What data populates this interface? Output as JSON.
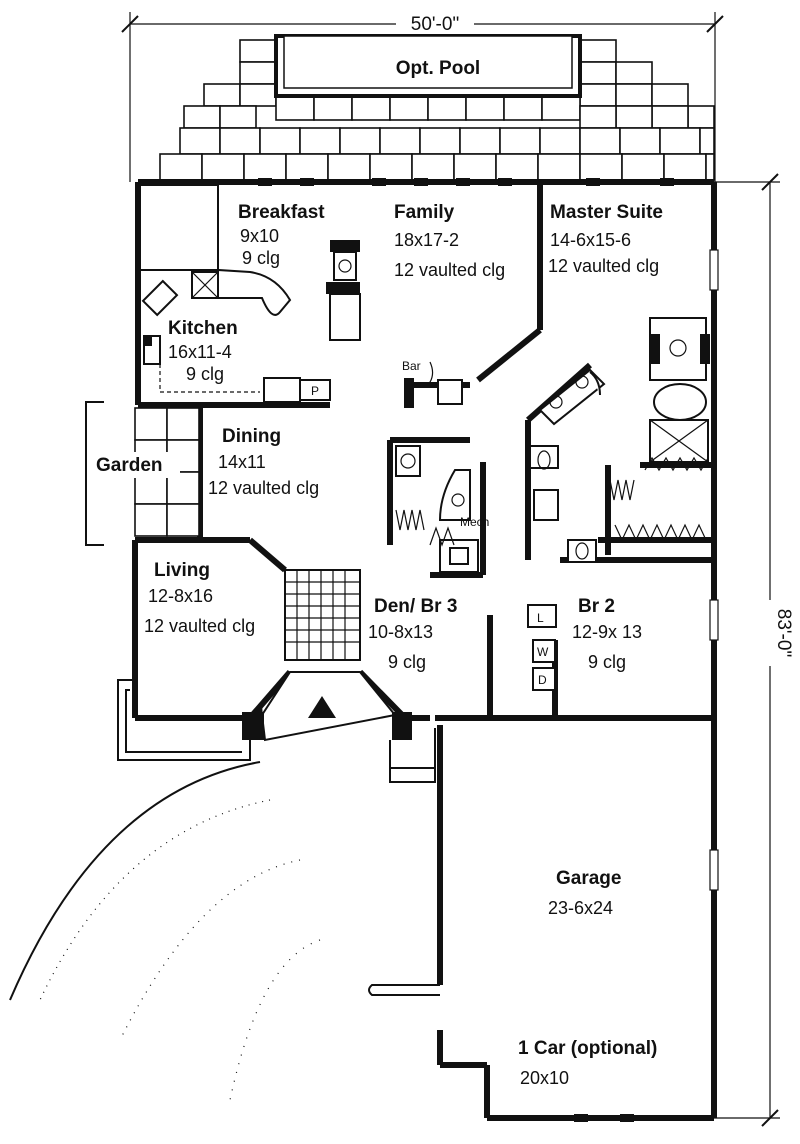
{
  "dimensions": {
    "width": "50'-0\"",
    "depth": "83'-0\""
  },
  "rooms": {
    "pool": {
      "name": "Opt. Pool"
    },
    "breakfast": {
      "name": "Breakfast",
      "size": "9x10",
      "ceiling": "9 clg"
    },
    "family": {
      "name": "Family",
      "size": "18x17-2",
      "ceiling": "12 vaulted clg"
    },
    "master": {
      "name": "Master Suite",
      "size": "14-6x15-6",
      "ceiling": "12 vaulted clg"
    },
    "kitchen": {
      "name": "Kitchen",
      "size": "16x11-4",
      "ceiling": "9 clg"
    },
    "dining": {
      "name": "Dining",
      "size": "14x11",
      "ceiling": "12 vaulted clg"
    },
    "garden": {
      "name": "Garden"
    },
    "living": {
      "name": "Living",
      "size": "12-8x16",
      "ceiling": "12 vaulted clg"
    },
    "den": {
      "name": "Den/ Br 3",
      "size": "10-8x13",
      "ceiling": "9 clg"
    },
    "br2": {
      "name": "Br 2",
      "size": "12-9x 13",
      "ceiling": "9 clg"
    },
    "garage": {
      "name": "Garage",
      "size": "23-6x24"
    },
    "car": {
      "name": "1 Car (optional)",
      "size": "20x10"
    }
  },
  "fixtures": {
    "bar": "Bar",
    "mech": "Mech",
    "pantry": "P",
    "laundry": "L",
    "washer": "W",
    "dryer": "D"
  }
}
